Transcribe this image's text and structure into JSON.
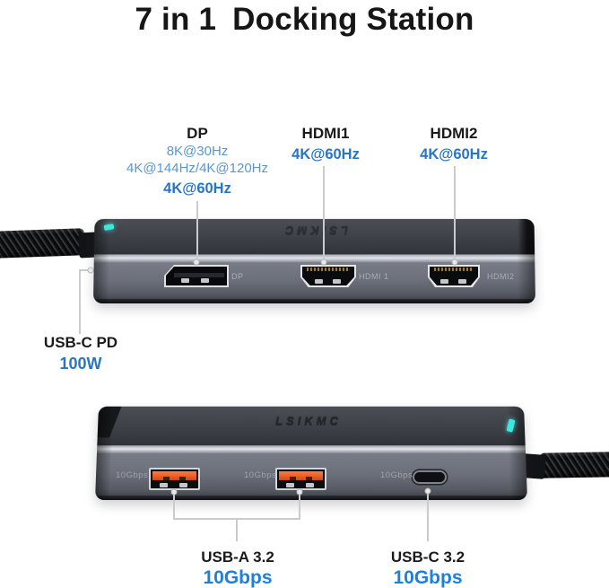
{
  "title": {
    "part1": "7 in 1",
    "part2": "Docking Station"
  },
  "brand": "LSIKMC",
  "callouts": {
    "dp": {
      "name": "DP",
      "specs": [
        "8K@30Hz",
        "4K@144Hz/4K@120Hz"
      ],
      "highlight": "4K@60Hz"
    },
    "hdmi1": {
      "name": "HDMI1",
      "highlight": "4K@60Hz"
    },
    "hdmi2": {
      "name": "HDMI2",
      "highlight": "4K@60Hz"
    },
    "usb_c_pd": {
      "name": "USB-C PD",
      "highlight": "100W"
    },
    "usb_a": {
      "name": "USB-A 3.2",
      "highlight": "10Gbps"
    },
    "usb_c": {
      "name": "USB-C 3.2",
      "highlight": "10Gbps"
    }
  },
  "port_prints": {
    "dp": "DP",
    "hdmi1": "HDMI 1",
    "hdmi2": "HDMI2",
    "usb_speed": "10Gbps"
  },
  "colors": {
    "accent_blue": "#2776c6",
    "light_blue": "#5897d1",
    "bright_blue": "#1e80d8",
    "led_teal": "#3ee6dd"
  }
}
